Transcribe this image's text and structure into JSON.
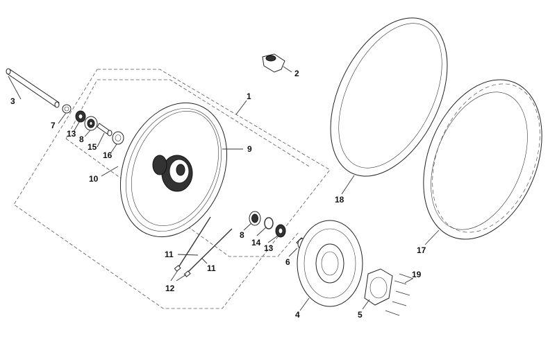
{
  "labels": {
    "l1": "1",
    "l2": "2",
    "l3": "3",
    "l4": "4",
    "l5": "5",
    "l6": "6",
    "l7": "7",
    "l8a": "8",
    "l8b": "8",
    "l9": "9",
    "l10": "10",
    "l11a": "11",
    "l11b": "11",
    "l12": "12",
    "l13a": "13",
    "l13b": "13",
    "l14": "14",
    "l15": "15",
    "l16": "16",
    "l17": "17",
    "l18": "18",
    "l19": "19"
  },
  "icons": [
    "axle",
    "bearing",
    "spacer",
    "rim",
    "hub",
    "spoke",
    "nipple",
    "brake-disc",
    "sprocket-flange",
    "bolt",
    "inner-tube",
    "tyre",
    "valve-clip"
  ]
}
